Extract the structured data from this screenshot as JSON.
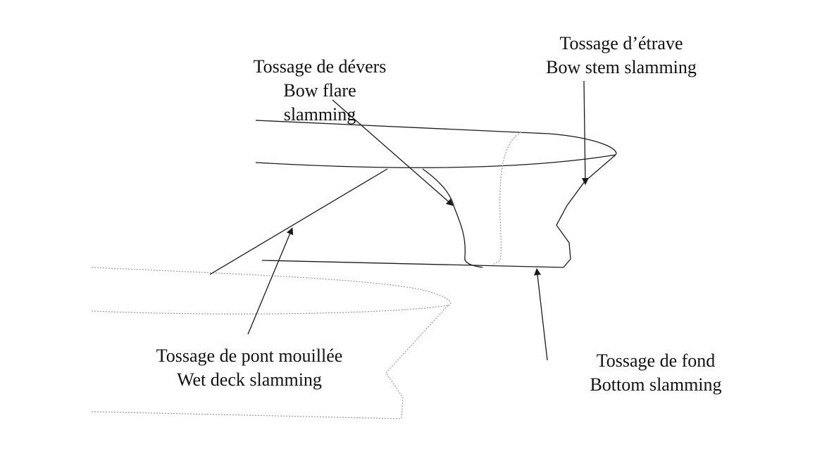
{
  "labels": {
    "bow_flare": {
      "fr": "Tossage de dévers",
      "en_1": "Bow flare",
      "en_2": "slamming"
    },
    "bow_stem": {
      "fr": "Tossage d’étrave",
      "en": "Bow stem slamming"
    },
    "wet_deck": {
      "fr": "Tossage de pont mouillée",
      "en": "Wet deck slamming"
    },
    "bottom": {
      "fr": "Tossage de fond",
      "en": "Bottom slamming"
    }
  },
  "colors": {
    "line": "#1a1a1a",
    "dotted": "#9a9a9a",
    "background": "#ffffff"
  }
}
